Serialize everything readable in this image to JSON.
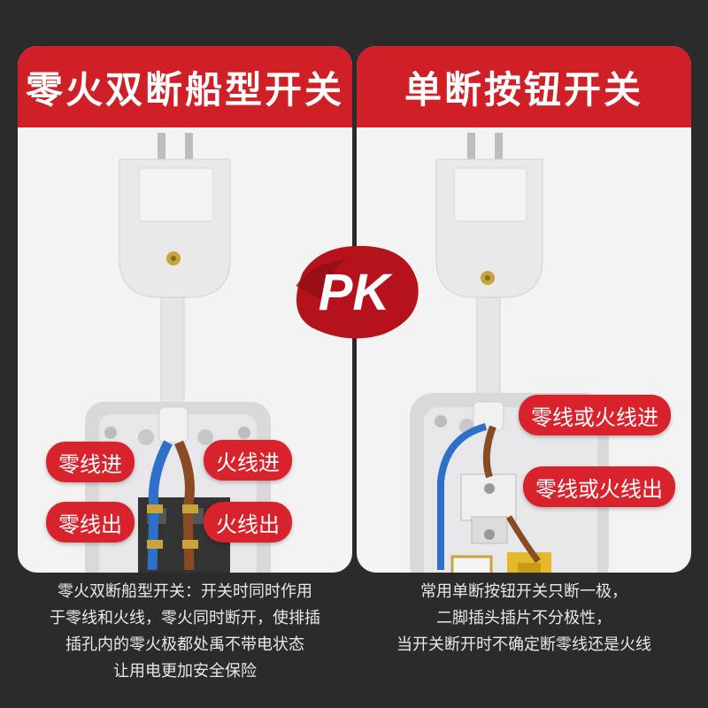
{
  "left_panel": {
    "title": "零火双断船型开关",
    "labels": {
      "neutral_in": "零线进",
      "live_in": "火线进",
      "neutral_out": "零线出",
      "live_out": "火线出"
    },
    "description": [
      "零火双断船型开关：开关时同时作用",
      "于零线和火线，零火同时断开，使排插",
      "插孔内的零火极都处禹不带电状态",
      "让用电更加安全保险"
    ]
  },
  "right_panel": {
    "title": "单断按钮开关",
    "labels": {
      "wire_in": "零线或火线进",
      "wire_out": "零线或火线出"
    },
    "description": [
      "常用单断按钮开关只断一极，",
      "二脚插头插片不分极性，",
      "当开关断开时不确定断零线还是火线"
    ]
  },
  "center_badge": "PK",
  "colors": {
    "accent": "#cf1f27",
    "background": "#2b2b2b",
    "neutral_wire": "#2d6fc9",
    "live_wire": "#8a4a24"
  }
}
